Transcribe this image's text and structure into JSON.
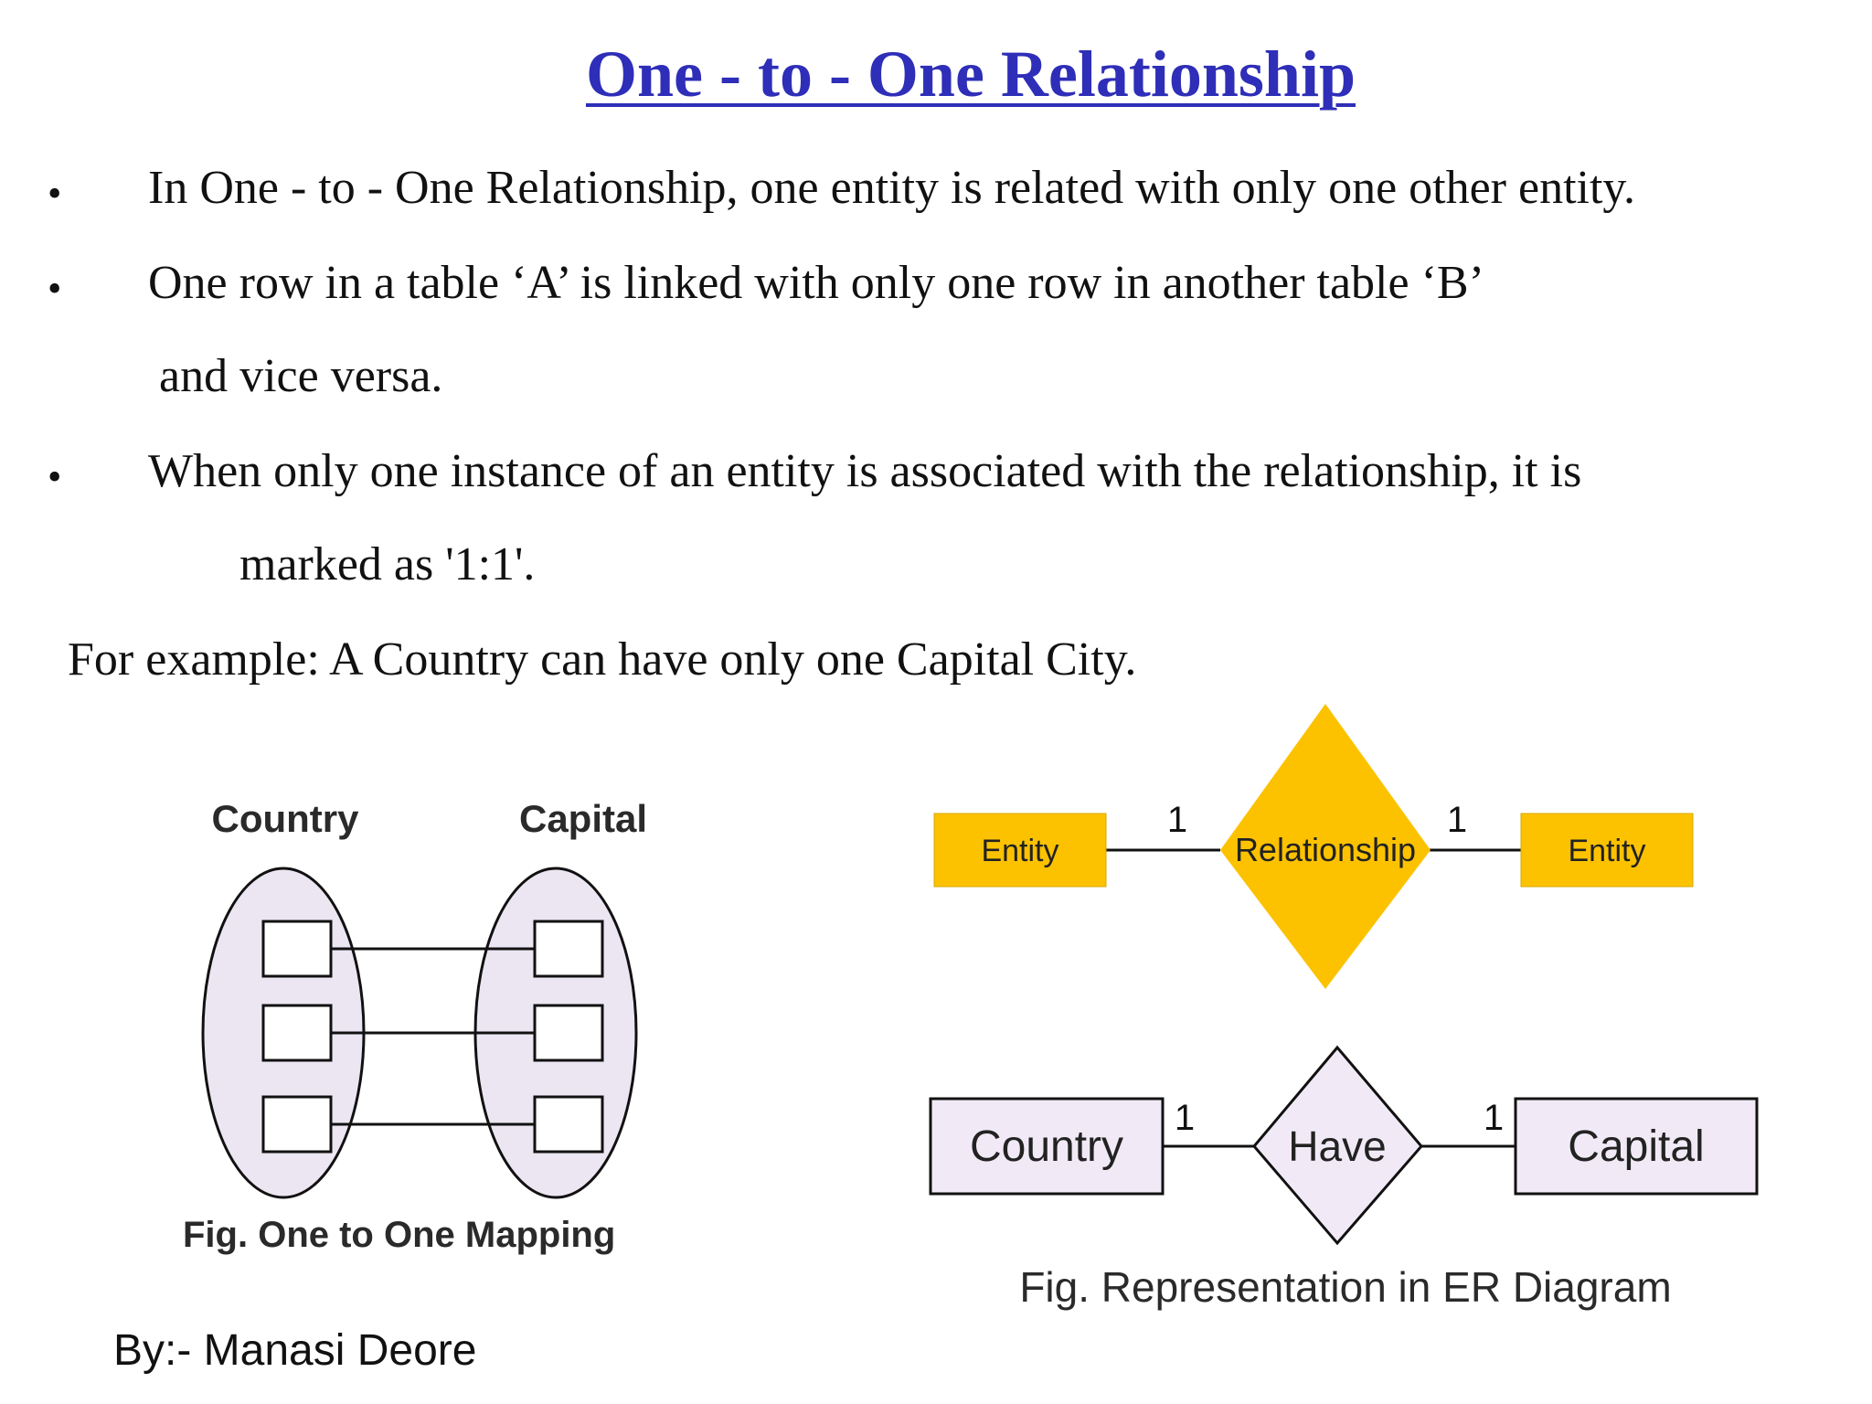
{
  "slide": {
    "title": "One - to - One Relationship",
    "bullet_marker": "•",
    "bullets": [
      {
        "lines": [
          "In One - to - One Relationship, one entity is related with only one other entity."
        ]
      },
      {
        "lines": [
          "One row in a table  ‘A’ is linked with only one row in another table  ‘B’",
          "and vice versa."
        ]
      },
      {
        "lines": [
          "When only one instance of an entity is associated with the relationship, it is",
          "marked as '1:1'."
        ]
      }
    ],
    "example": "For example: A Country can have only one Capital City.",
    "author": "By:- Manasi Deore"
  },
  "mapping_figure": {
    "left_label": "Country",
    "right_label": "Capital",
    "caption": "Fig. One to One Mapping"
  },
  "er_generic": {
    "left_entity": "Entity",
    "relationship": "Relationship",
    "right_entity": "Entity",
    "left_cardinality": "1",
    "right_cardinality": "1"
  },
  "er_example": {
    "left_entity": "Country",
    "relationship": "Have",
    "right_entity": "Capital",
    "left_cardinality": "1",
    "right_cardinality": "1",
    "caption": "Fig. Representation in ER Diagram"
  },
  "colors": {
    "title": "#2e2eb8",
    "entity_fill": "#fcc200",
    "er_box_fill": "#f1eaf6",
    "ellipse_fill": "#ece6f3"
  }
}
